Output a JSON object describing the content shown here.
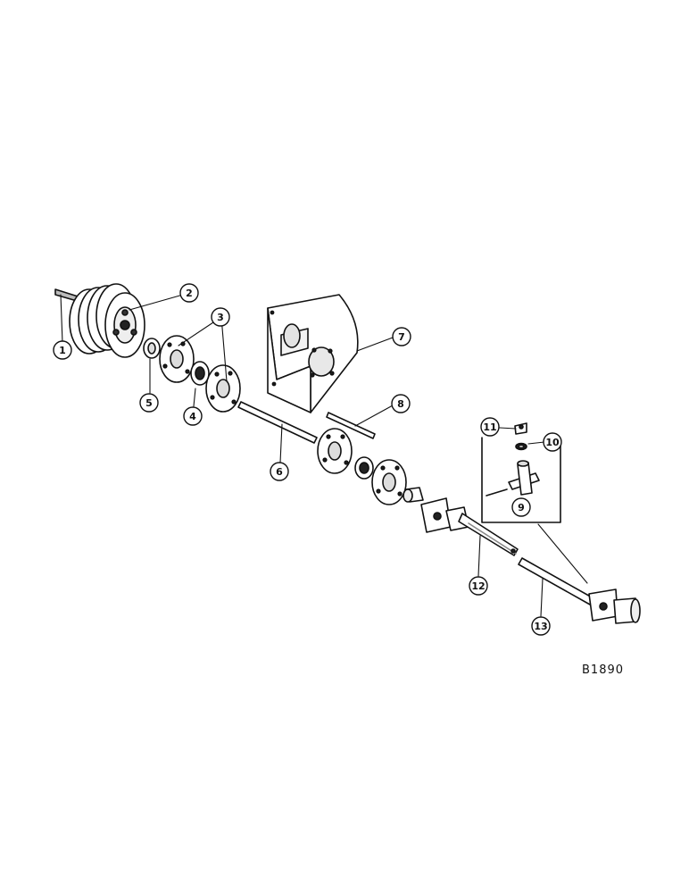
{
  "diagram": {
    "reference_code": "B1890",
    "callouts": [
      {
        "id": "c1",
        "label": "1"
      },
      {
        "id": "c2",
        "label": "2"
      },
      {
        "id": "c3",
        "label": "3"
      },
      {
        "id": "c4",
        "label": "4"
      },
      {
        "id": "c5",
        "label": "5"
      },
      {
        "id": "c6",
        "label": "6"
      },
      {
        "id": "c7",
        "label": "7"
      },
      {
        "id": "c8",
        "label": "8"
      },
      {
        "id": "c9",
        "label": "9"
      },
      {
        "id": "c10",
        "label": "10"
      },
      {
        "id": "c11",
        "label": "11"
      },
      {
        "id": "c12",
        "label": "12"
      },
      {
        "id": "c13",
        "label": "13"
      }
    ]
  }
}
